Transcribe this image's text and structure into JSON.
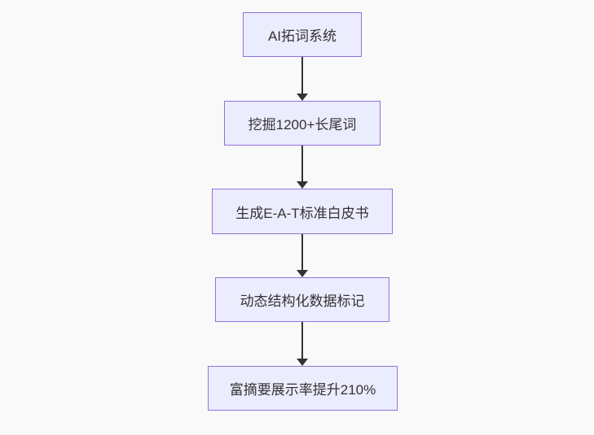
{
  "diagram": {
    "type": "flowchart",
    "direction": "top-down",
    "nodes": [
      {
        "id": "n1",
        "label": "AI拓词系统"
      },
      {
        "id": "n2",
        "label": "挖掘1200+长尾词"
      },
      {
        "id": "n3",
        "label": "生成E-A-T标准白皮书"
      },
      {
        "id": "n4",
        "label": "动态结构化数据标记"
      },
      {
        "id": "n5",
        "label": "富摘要展示率提升210%"
      }
    ],
    "edges": [
      {
        "from": "n1",
        "to": "n2"
      },
      {
        "from": "n2",
        "to": "n3"
      },
      {
        "from": "n3",
        "to": "n4"
      },
      {
        "from": "n4",
        "to": "n5"
      }
    ],
    "colors": {
      "node_fill": "#ECECFF",
      "node_border": "#9370DB",
      "arrow": "#333333",
      "text": "#333333",
      "background": "#f9f9f9"
    }
  }
}
